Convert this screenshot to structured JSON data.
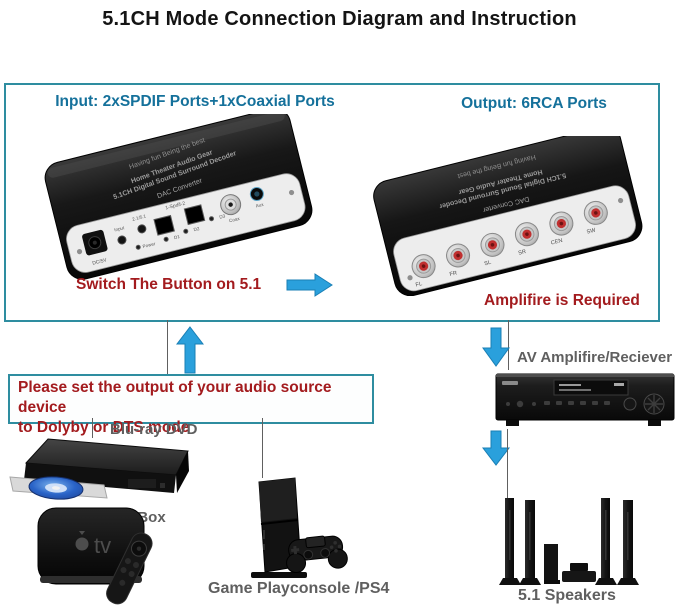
{
  "title": "5.1CH Mode Connection Diagram and Instruction",
  "colors": {
    "box_border": "#2e8da0",
    "label_blue": "#15719b",
    "warning_red": "#a31b1e",
    "arrow_blue": "#2aa0dc",
    "gray_label": "#5f5f5f"
  },
  "main_box": {
    "input_label": "Input: 2xSPDIF Ports+1xCoaxial Ports",
    "output_label": "Output: 6RCA Ports",
    "switch_note": "Switch The Button on 5.1",
    "amplifier_note": "Amplifire is Required"
  },
  "left_device": {
    "top_line1": "Having fun    Being the best",
    "top_line2": "Home Theater Audio Gear",
    "top_line3": "5.1CH Digital Sound Surround Decoder",
    "top_line4": "DAC Converter",
    "panel": {
      "jack": "DC/5V",
      "input_btn": "Input",
      "mode_btn": "2.1/5.1",
      "spdif": "1-Spdif-2",
      "led_power": "Power",
      "led_d1": "D1",
      "led_d2": "D2",
      "led_d3": "D3",
      "coax": "Coax",
      "aux": "Aux"
    }
  },
  "right_device": {
    "top_line1": "DAC Converter",
    "top_line2": "5.1CH Digital Sound Surround Decoder",
    "top_line3": "Home Theater Audio Gear",
    "top_line4": "Having fun    Being the best",
    "rca_labels": [
      "FL",
      "FR",
      "SL",
      "SR",
      "CEN",
      "SW"
    ]
  },
  "note_box": {
    "line1": "Please set the output of your audio source device",
    "line2": "to Dolyby or DTS mode"
  },
  "labels": {
    "bluray": "Blu-ray DVD",
    "tvbox": "TV Box",
    "console": "Game Playconsole /PS4",
    "receiver": "AV Amplifire/Reciever",
    "speakers": "5.1 Speakers"
  },
  "art": {
    "atv_logo": "tv"
  }
}
